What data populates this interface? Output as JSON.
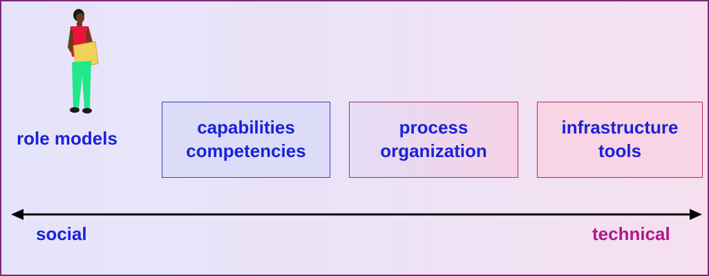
{
  "role_models": "role models",
  "boxes": [
    {
      "line1": "capabilities",
      "line2": "competencies"
    },
    {
      "line1": "process",
      "line2": "organization"
    },
    {
      "line1": "infrastructure",
      "line2": "tools"
    }
  ],
  "axis": {
    "left_label": "social",
    "right_label": "technical"
  },
  "colors": {
    "text_blue": "#1a22d6",
    "text_magenta": "#b0188c",
    "frame": "#7a2a7a"
  }
}
